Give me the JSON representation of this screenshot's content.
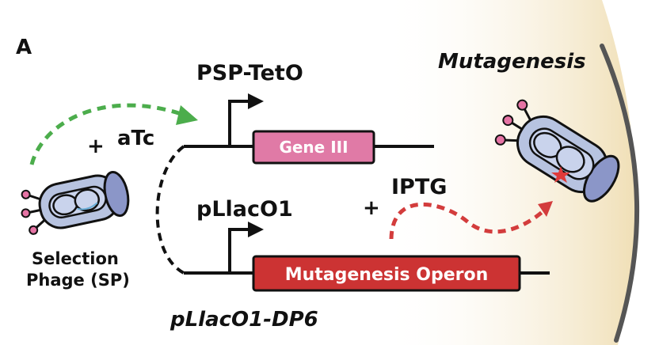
{
  "panel_letter": "A",
  "labels": {
    "promoter_top": "PSP-TetO",
    "promoter_bottom": "pLlacO1",
    "inducer_top": "aTc",
    "inducer_bottom": "IPTG",
    "plus": "+",
    "phage_line1": "Selection",
    "phage_line2": "Phage (SP)",
    "plasmid": "pLlacO1-DP6",
    "region": "Mutagenesis"
  },
  "genes": {
    "gene_top": "Gene III",
    "gene_bottom": "Mutagenesis Operon"
  },
  "colors": {
    "gene_top": "#e07aa6",
    "gene_bottom": "#cc3333",
    "green_arrow": "#4cad4c",
    "red_arrow": "#d33c3c",
    "phage_body": "#b7c3e0",
    "phage_cap": "#8b96c8",
    "mutation_star": "#e03a3a",
    "mutagenesis_bg": "#f3e5c3"
  }
}
